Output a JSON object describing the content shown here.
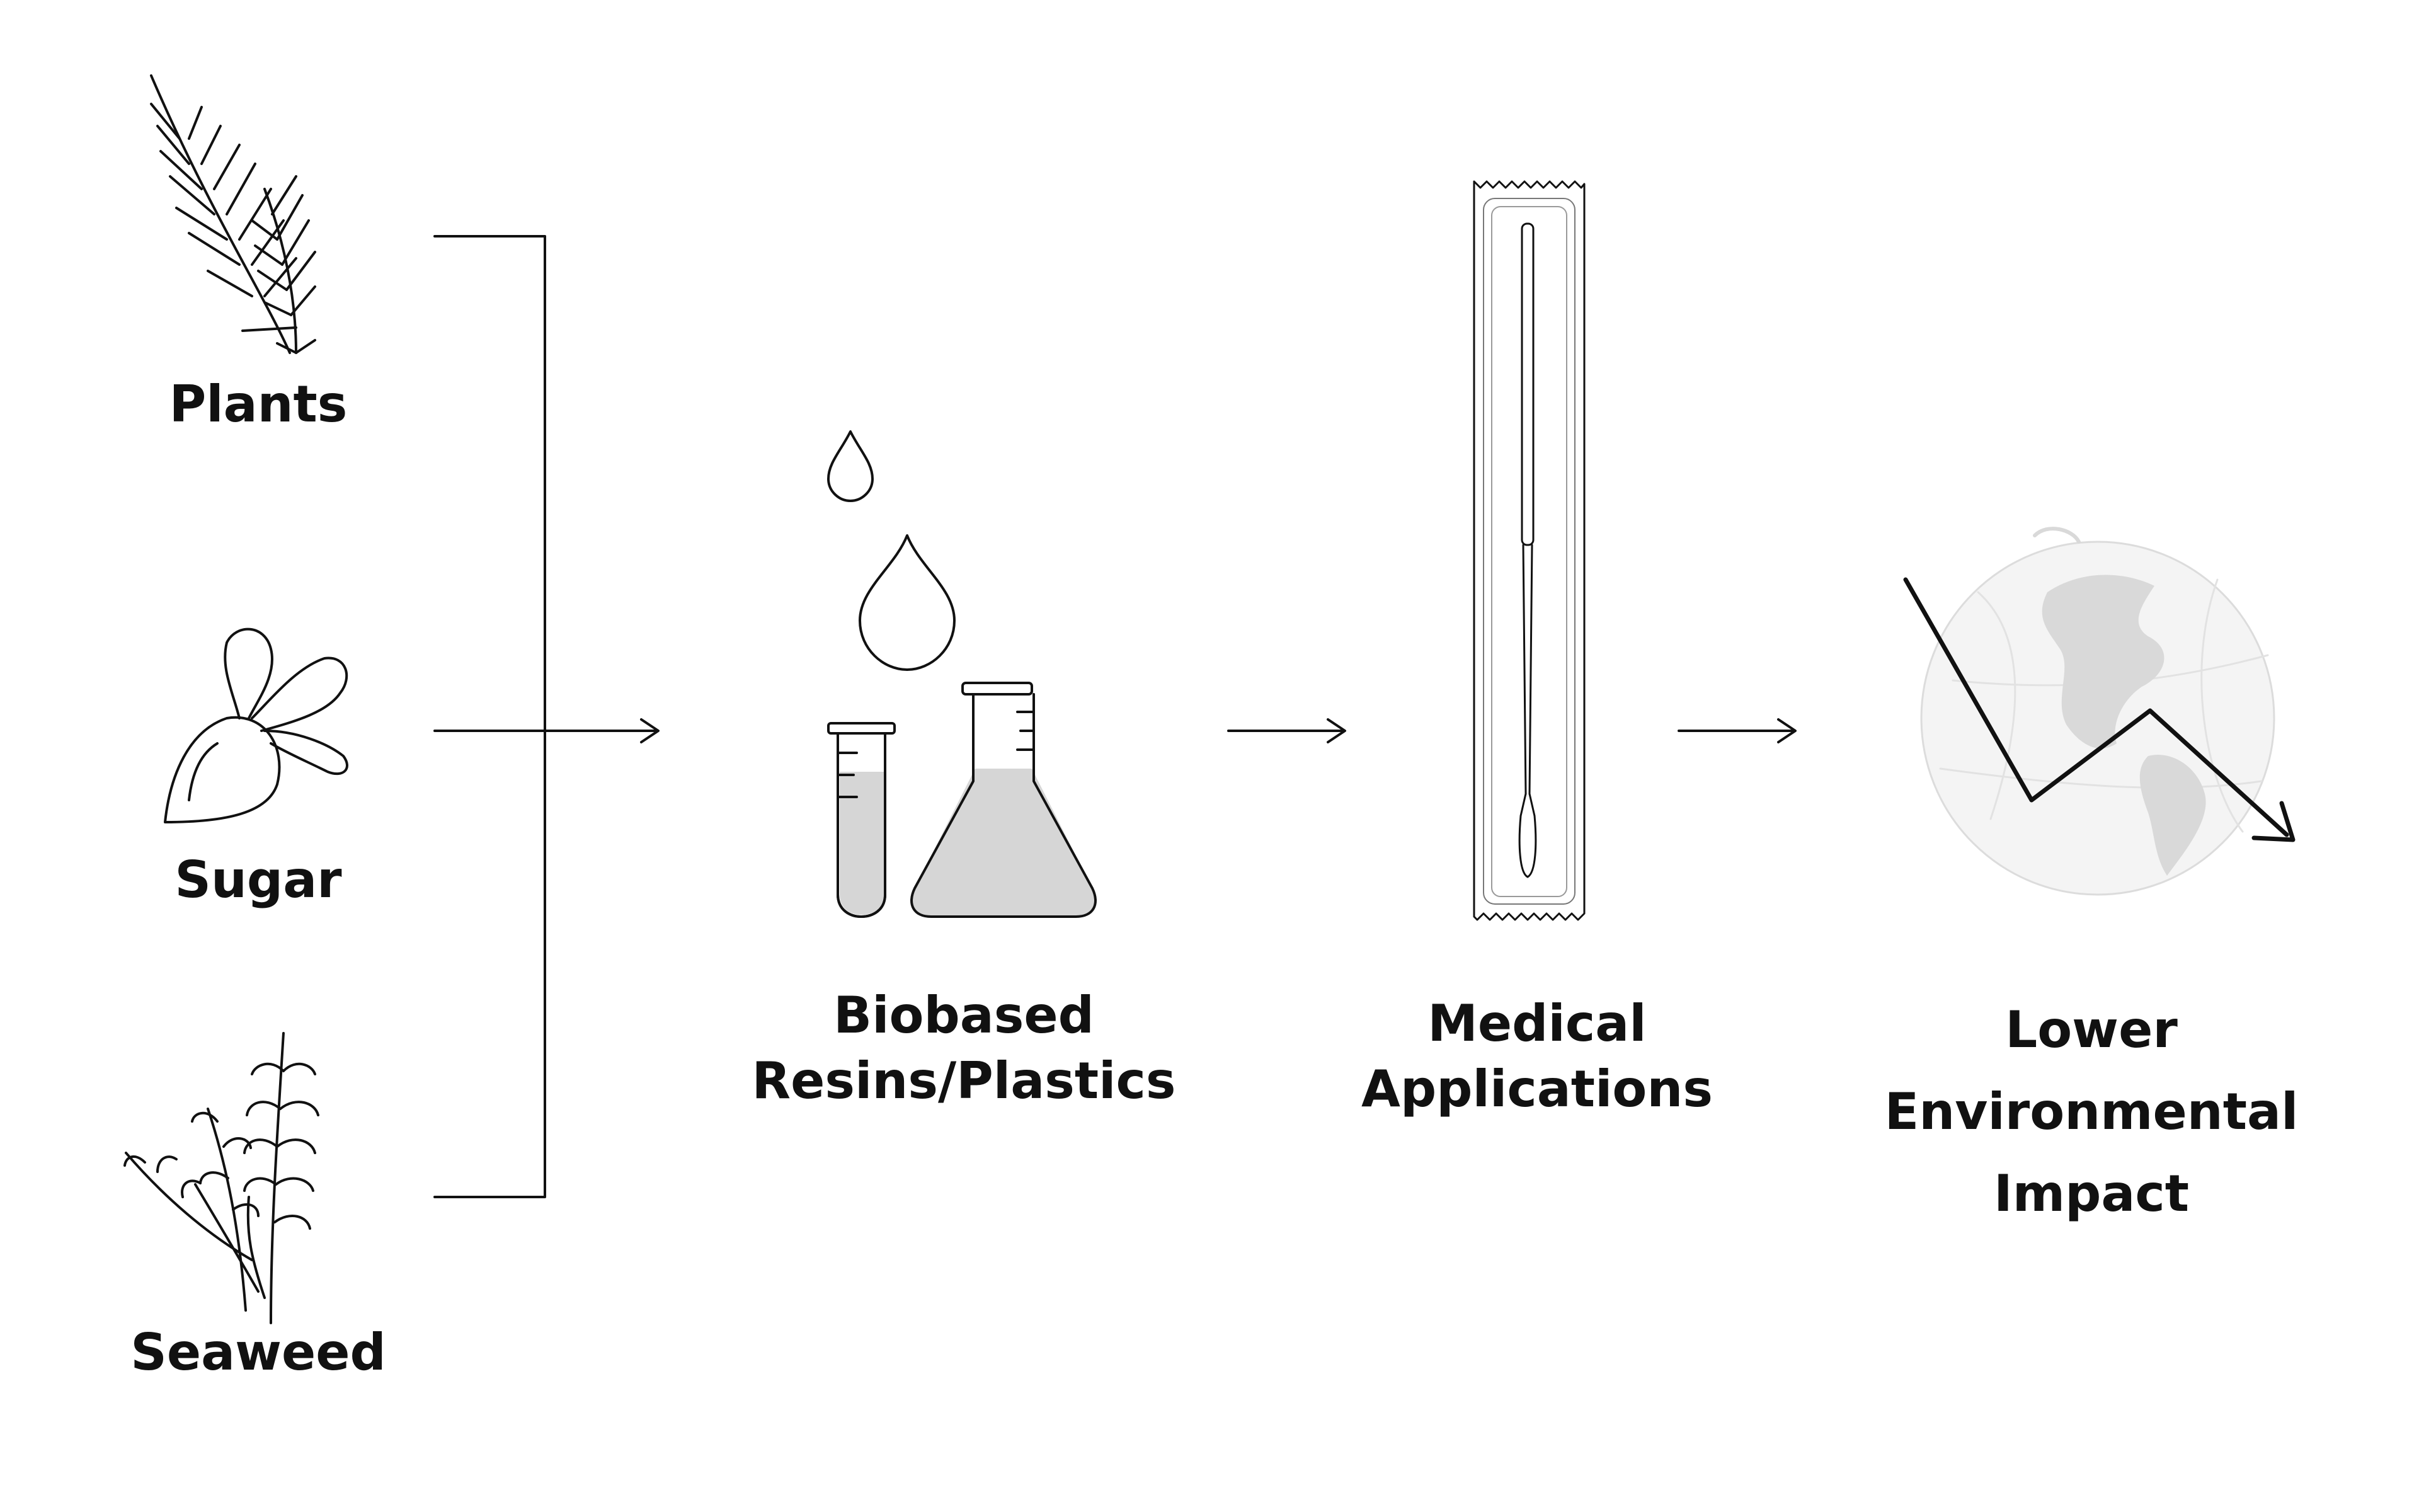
{
  "colors": {
    "line": "#111111",
    "fill_gray": "#d6d6d6",
    "globe_gray": "#e4e4e4",
    "globe_line": "#cfcfcf"
  },
  "sources": [
    {
      "label": "Plants",
      "icon": "pine-branch-icon"
    },
    {
      "label": "Sugar",
      "icon": "sugar-beet-icon"
    },
    {
      "label": "Seaweed",
      "icon": "seaweed-icon"
    }
  ],
  "steps": [
    {
      "lines": [
        "Biobased",
        "Resins/Plastics"
      ],
      "icon": "lab-flask-drops-icon"
    },
    {
      "lines": [
        "Medical",
        "Applications"
      ],
      "icon": "swab-package-icon"
    },
    {
      "lines": [
        "Lower",
        "Environmental",
        "Impact"
      ],
      "icon": "globe-down-trend-icon"
    }
  ]
}
